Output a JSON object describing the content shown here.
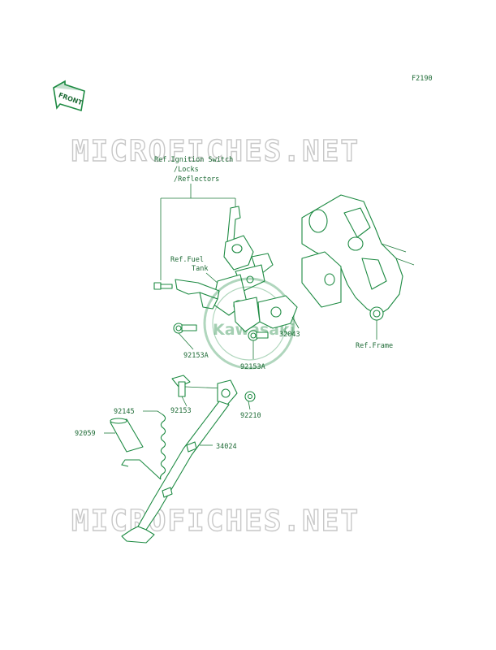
{
  "figure_code": "F2190",
  "front_label": "FRONT",
  "watermark_text": "MICROFICHES.NET",
  "brand_text": "Kawasaki",
  "refs": {
    "ignition_line1": "Ref.Ignition Switch",
    "ignition_line2": "/Locks",
    "ignition_line3": "/Reflectors",
    "fuel_line1": "Ref.Fuel",
    "fuel_line2": "Tank",
    "frame": "Ref.Frame"
  },
  "parts": {
    "p32043": "32043",
    "p92153a_left": "92153A",
    "p92153a_right": "92153A",
    "p92153": "92153",
    "p92210": "92210",
    "p92145": "92145",
    "p92059": "92059",
    "p34024": "34024"
  },
  "colors": {
    "line": "#1d8a42",
    "text": "#1d6a35",
    "watermark": "#c8c8c8"
  }
}
